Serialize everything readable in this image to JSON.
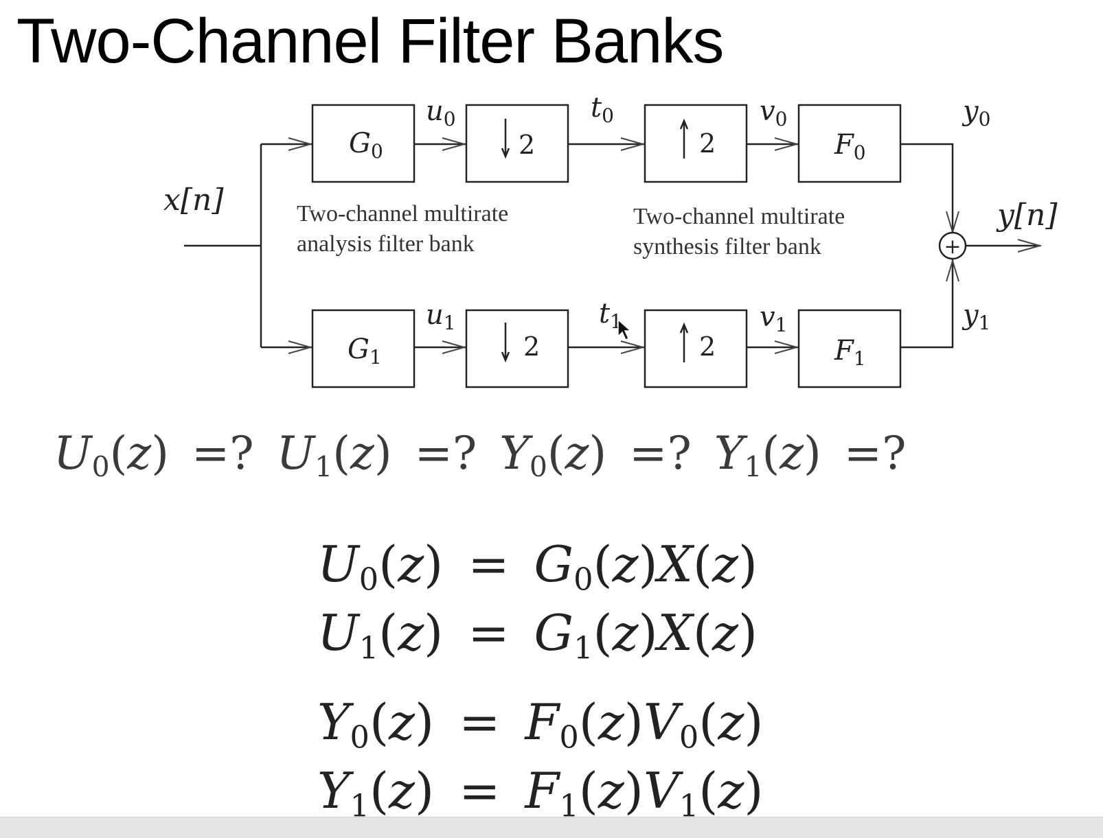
{
  "slide": {
    "title": "Two-Channel Filter Banks"
  },
  "diagram": {
    "input_label": "x[n]",
    "output_label": "y[n]",
    "analysis_caption": [
      "Two-channel multirate",
      "analysis filter bank"
    ],
    "synthesis_caption": [
      "Two-channel multirate",
      "synthesis filter bank"
    ],
    "branch0": {
      "analysis_filter": {
        "sym": "G",
        "sub": "0"
      },
      "downsampler": "2",
      "upsampler": "2",
      "synthesis_filter": {
        "sym": "F",
        "sub": "0"
      },
      "signals": {
        "u": {
          "sym": "u",
          "sub": "0"
        },
        "t": {
          "sym": "t",
          "sub": "0"
        },
        "v": {
          "sym": "v",
          "sub": "0"
        },
        "y": {
          "sym": "y",
          "sub": "0"
        }
      }
    },
    "branch1": {
      "analysis_filter": {
        "sym": "G",
        "sub": "1"
      },
      "downsampler": "2",
      "upsampler": "2",
      "synthesis_filter": {
        "sym": "F",
        "sub": "1"
      },
      "signals": {
        "u": {
          "sym": "u",
          "sub": "1"
        },
        "t": {
          "sym": "t",
          "sub": "1"
        },
        "v": {
          "sym": "v",
          "sub": "1"
        },
        "y": {
          "sym": "y",
          "sub": "1"
        }
      }
    },
    "adder_symbol": "+"
  },
  "question": "U0(z) =? U1(z) =? Y0(z) =? Y1(z) =?",
  "equations": [
    "U0(z) = G0(z)X(z)",
    "U1(z) = G1(z)X(z)",
    "Y0(z) = F0(z)V0(z)",
    "Y1(z) = F1(z)V1(z)"
  ]
}
